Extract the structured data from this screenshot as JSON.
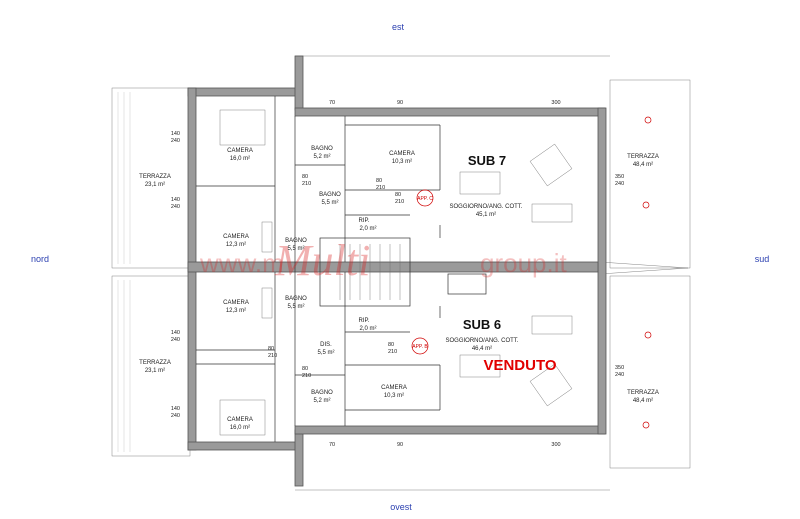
{
  "compass": {
    "north": "nord",
    "south": "sud",
    "east": "est",
    "west": "ovest"
  },
  "units": {
    "sub7": {
      "label": "SUB 7",
      "app": "APP. C"
    },
    "sub6": {
      "label": "SUB 6",
      "app": "APP. B",
      "status": "VENDUTO"
    }
  },
  "rooms": {
    "terrazza_nw": {
      "name": "TERRAZZA",
      "area": "23,1 m²"
    },
    "terrazza_sw": {
      "name": "TERRAZZA",
      "area": "23,1 m²"
    },
    "terrazza_ne": {
      "name": "TERRAZZA",
      "area": "48,4 m²"
    },
    "terrazza_se": {
      "name": "TERRAZZA",
      "area": "48,4 m²"
    },
    "camera_top_left": {
      "name": "CAMERA",
      "area": "16,0 m²"
    },
    "camera_bottom_left": {
      "name": "CAMERA",
      "area": "16,0 m²"
    },
    "camera_mid_top": {
      "name": "CAMERA",
      "area": "12,3 m²"
    },
    "camera_mid_bottom": {
      "name": "CAMERA",
      "area": "12,3 m²"
    },
    "camera_top_right": {
      "name": "CAMERA",
      "area": "10,3 m²"
    },
    "camera_bottom_right": {
      "name": "CAMERA",
      "area": "10,3 m²"
    },
    "bagno_top_a": {
      "name": "BAGNO",
      "area": "5,2 m²"
    },
    "bagno_top_b": {
      "name": "BAGNO",
      "area": "5,5 m²"
    },
    "bagno_mid_top": {
      "name": "BAGNO",
      "area": "5,5 m²"
    },
    "bagno_mid_bottom": {
      "name": "BAGNO",
      "area": "5,5 m²"
    },
    "bagno_bottom": {
      "name": "BAGNO",
      "area": "5,2 m²"
    },
    "dis": {
      "name": "DIS.",
      "area": "5,5 m²"
    },
    "rip_top": {
      "name": "RIP.",
      "area": "2,0 m²"
    },
    "rip_bottom": {
      "name": "RIP.",
      "area": "2,0 m²"
    },
    "soggiorno_top": {
      "name": "SOGGIORNO/ANG. COTT.",
      "area": "45,1 m²"
    },
    "soggiorno_bottom": {
      "name": "SOGGIORNO/ANG. COTT.",
      "area": "46,4 m²"
    }
  },
  "dims": {
    "d140": "140",
    "d240": "240",
    "d70": "70",
    "d90": "90",
    "d80": "80",
    "d210": "210",
    "d300": "300",
    "d350": "350"
  },
  "watermark": {
    "brand": "Multi",
    "suffix": "group.it",
    "site": "www.m"
  }
}
